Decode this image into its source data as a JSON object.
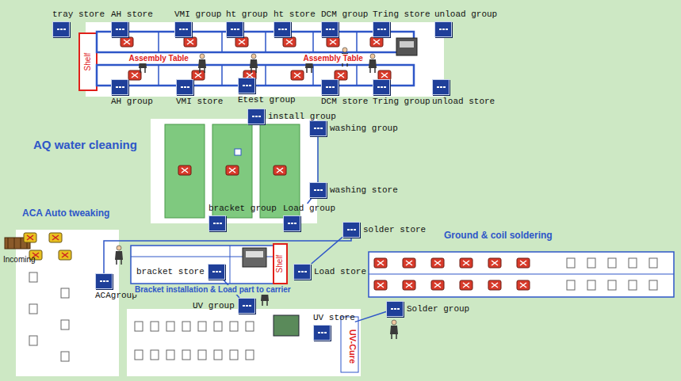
{
  "diagram": {
    "nodes": [
      {
        "text": [
          "tray store"
        ]
      },
      {
        "text": [
          "AH store"
        ]
      },
      {
        "text": [
          "VMI group"
        ]
      },
      {
        "text": [
          "ht group"
        ]
      },
      {
        "text": [
          "ht store"
        ]
      },
      {
        "text": [
          "DCM group"
        ]
      },
      {
        "text": [
          "Tring store"
        ]
      },
      {
        "text": [
          "unload group"
        ]
      },
      {
        "text": [
          "AH group"
        ]
      },
      {
        "text": [
          "VMI store"
        ]
      },
      {
        "text": [
          "Etest group"
        ]
      },
      {
        "text": [
          "install group"
        ]
      },
      {
        "text": [
          "DCM store"
        ]
      },
      {
        "text": [
          "Tring group"
        ]
      },
      {
        "text": [
          "unload store"
        ]
      },
      {
        "text": [
          "washing group"
        ]
      },
      {
        "text": [
          "washing store"
        ]
      },
      {
        "text": [
          "bracket group"
        ]
      },
      {
        "text": [
          "Load group"
        ]
      },
      {
        "text": [
          "solder store"
        ]
      },
      {
        "text": [
          "bracket store"
        ]
      },
      {
        "text": [
          "Load store"
        ]
      },
      {
        "text": [
          "ACAgroup"
        ]
      },
      {
        "text": [
          "UV group"
        ]
      },
      {
        "text": [
          "UV store"
        ]
      },
      {
        "text": [
          "Solder group"
        ]
      }
    ],
    "edges": [
      {
        "from": 15,
        "to": 16,
        "arrow": "none"
      },
      {
        "from": 16,
        "to": 18,
        "arrow": "none"
      },
      {
        "from": 19,
        "to": 22,
        "arrow": "none"
      },
      {
        "from": 19,
        "to": 21,
        "arrow": "none"
      },
      {
        "from": 20,
        "to": 23,
        "arrow": "none"
      },
      {
        "from": 24,
        "to": 25,
        "arrow": "none"
      }
    ],
    "labels": [
      "Shelf",
      "Assembly Table",
      "Assembly Table",
      "AQ water cleaning",
      "ACA Auto tweaking",
      "Incoming",
      "Ground & coil soldering",
      "Shelf",
      "Bracket installation & Load part to carrier",
      "UV-Cure"
    ]
  }
}
